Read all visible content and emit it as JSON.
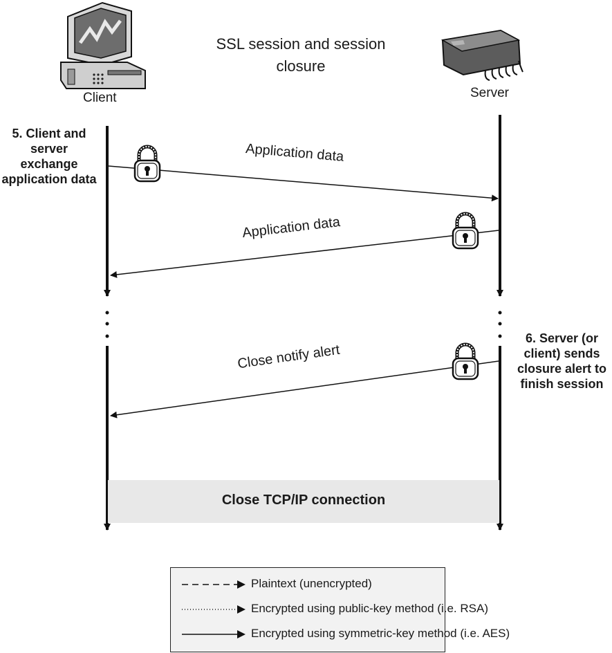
{
  "title": "SSL session and session closure",
  "client": {
    "label": "Client",
    "icon": "desktop-computer-icon"
  },
  "server": {
    "label": "Server",
    "icon": "server-chip-icon"
  },
  "steps": {
    "step5": "5. Client and server exchange application data",
    "step6": "6. Server (or client) sends closure alert to finish session"
  },
  "messages": [
    {
      "label": "Application data",
      "from": "client",
      "to": "server",
      "encryption": "symmetric-key",
      "icon": "lock-icon"
    },
    {
      "label": "Application data",
      "from": "server",
      "to": "client",
      "encryption": "symmetric-key",
      "icon": "lock-icon"
    },
    {
      "label": "Close notify alert",
      "from": "server",
      "to": "client",
      "encryption": "symmetric-key",
      "icon": "lock-icon"
    }
  ],
  "close_connection": "Close TCP/IP connection",
  "legend": {
    "items": [
      {
        "style": "dashed",
        "label": "Plaintext (unencrypted)"
      },
      {
        "style": "dotted",
        "label": "Encrypted using public-key method (i.e. RSA)"
      },
      {
        "style": "solid",
        "label": "Encrypted using symmetric-key method (i.e. AES)"
      }
    ]
  }
}
